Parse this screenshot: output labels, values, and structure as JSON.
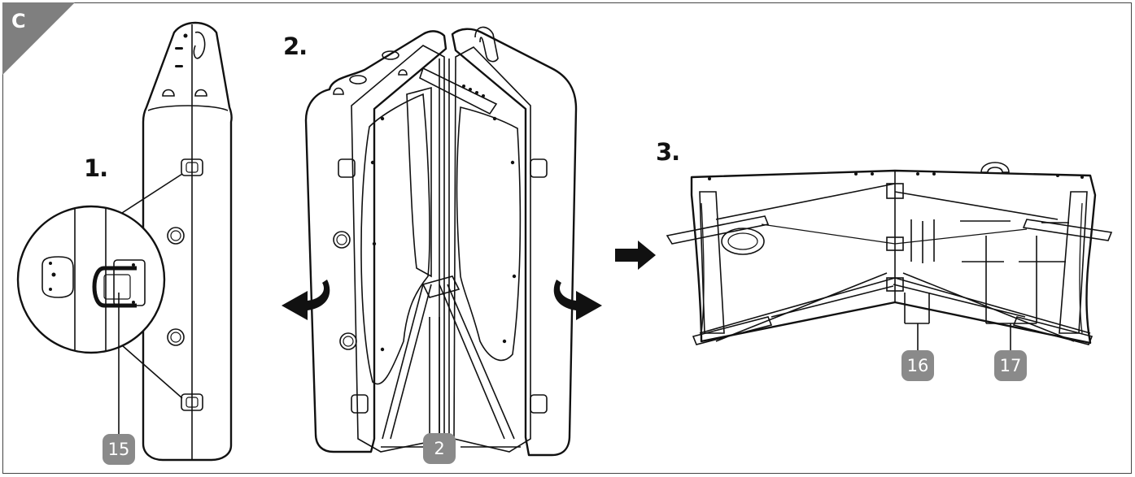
{
  "figure": {
    "section_letter": "C",
    "steps": [
      {
        "label": "1."
      },
      {
        "label": "2."
      },
      {
        "label": "3."
      }
    ],
    "callouts": [
      {
        "label": "15"
      },
      {
        "label": "2"
      },
      {
        "label": "16"
      },
      {
        "label": "17"
      }
    ],
    "colors": {
      "line": "#111111",
      "badge": "#8a8a8a",
      "corner_tab": "#7f7f7f",
      "background": "#ffffff"
    },
    "icons": [
      "rotate-left-arrow-icon",
      "rotate-right-arrow-icon",
      "direction-arrow-icon"
    ]
  }
}
